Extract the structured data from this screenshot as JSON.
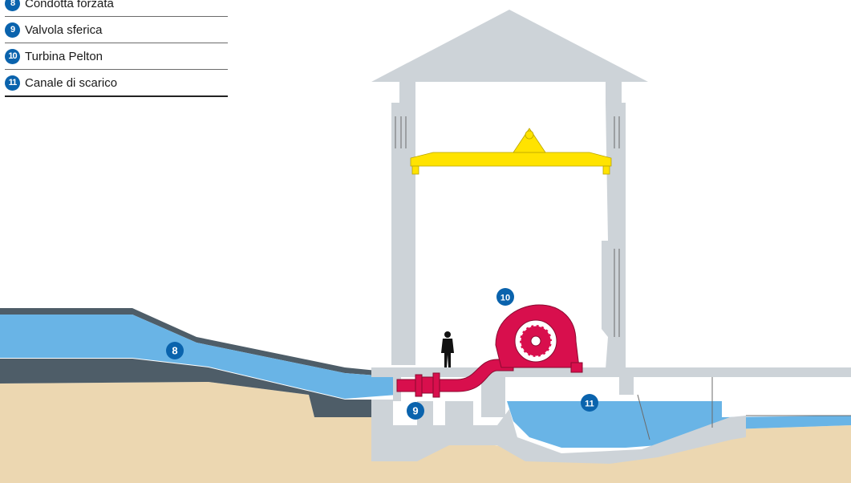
{
  "legend": {
    "items": [
      {
        "number": "8",
        "label": "Condotta forzata"
      },
      {
        "number": "9",
        "label": "Valvola sferica"
      },
      {
        "number": "10",
        "label": "Turbina Pelton"
      },
      {
        "number": "11",
        "label": "Canale di scarico"
      }
    ]
  },
  "callouts": {
    "penstock": "8",
    "ball_valve": "9",
    "pelton_turbine": "10",
    "tailrace": "11"
  },
  "colors": {
    "water": "#69b4e6",
    "ground": "#ecd7b1",
    "concrete": "#cdd3d8",
    "rock": "#4e5d68",
    "crane": "#ffe300",
    "turbine": "#d80f4d",
    "badge": "#0a63ad"
  }
}
